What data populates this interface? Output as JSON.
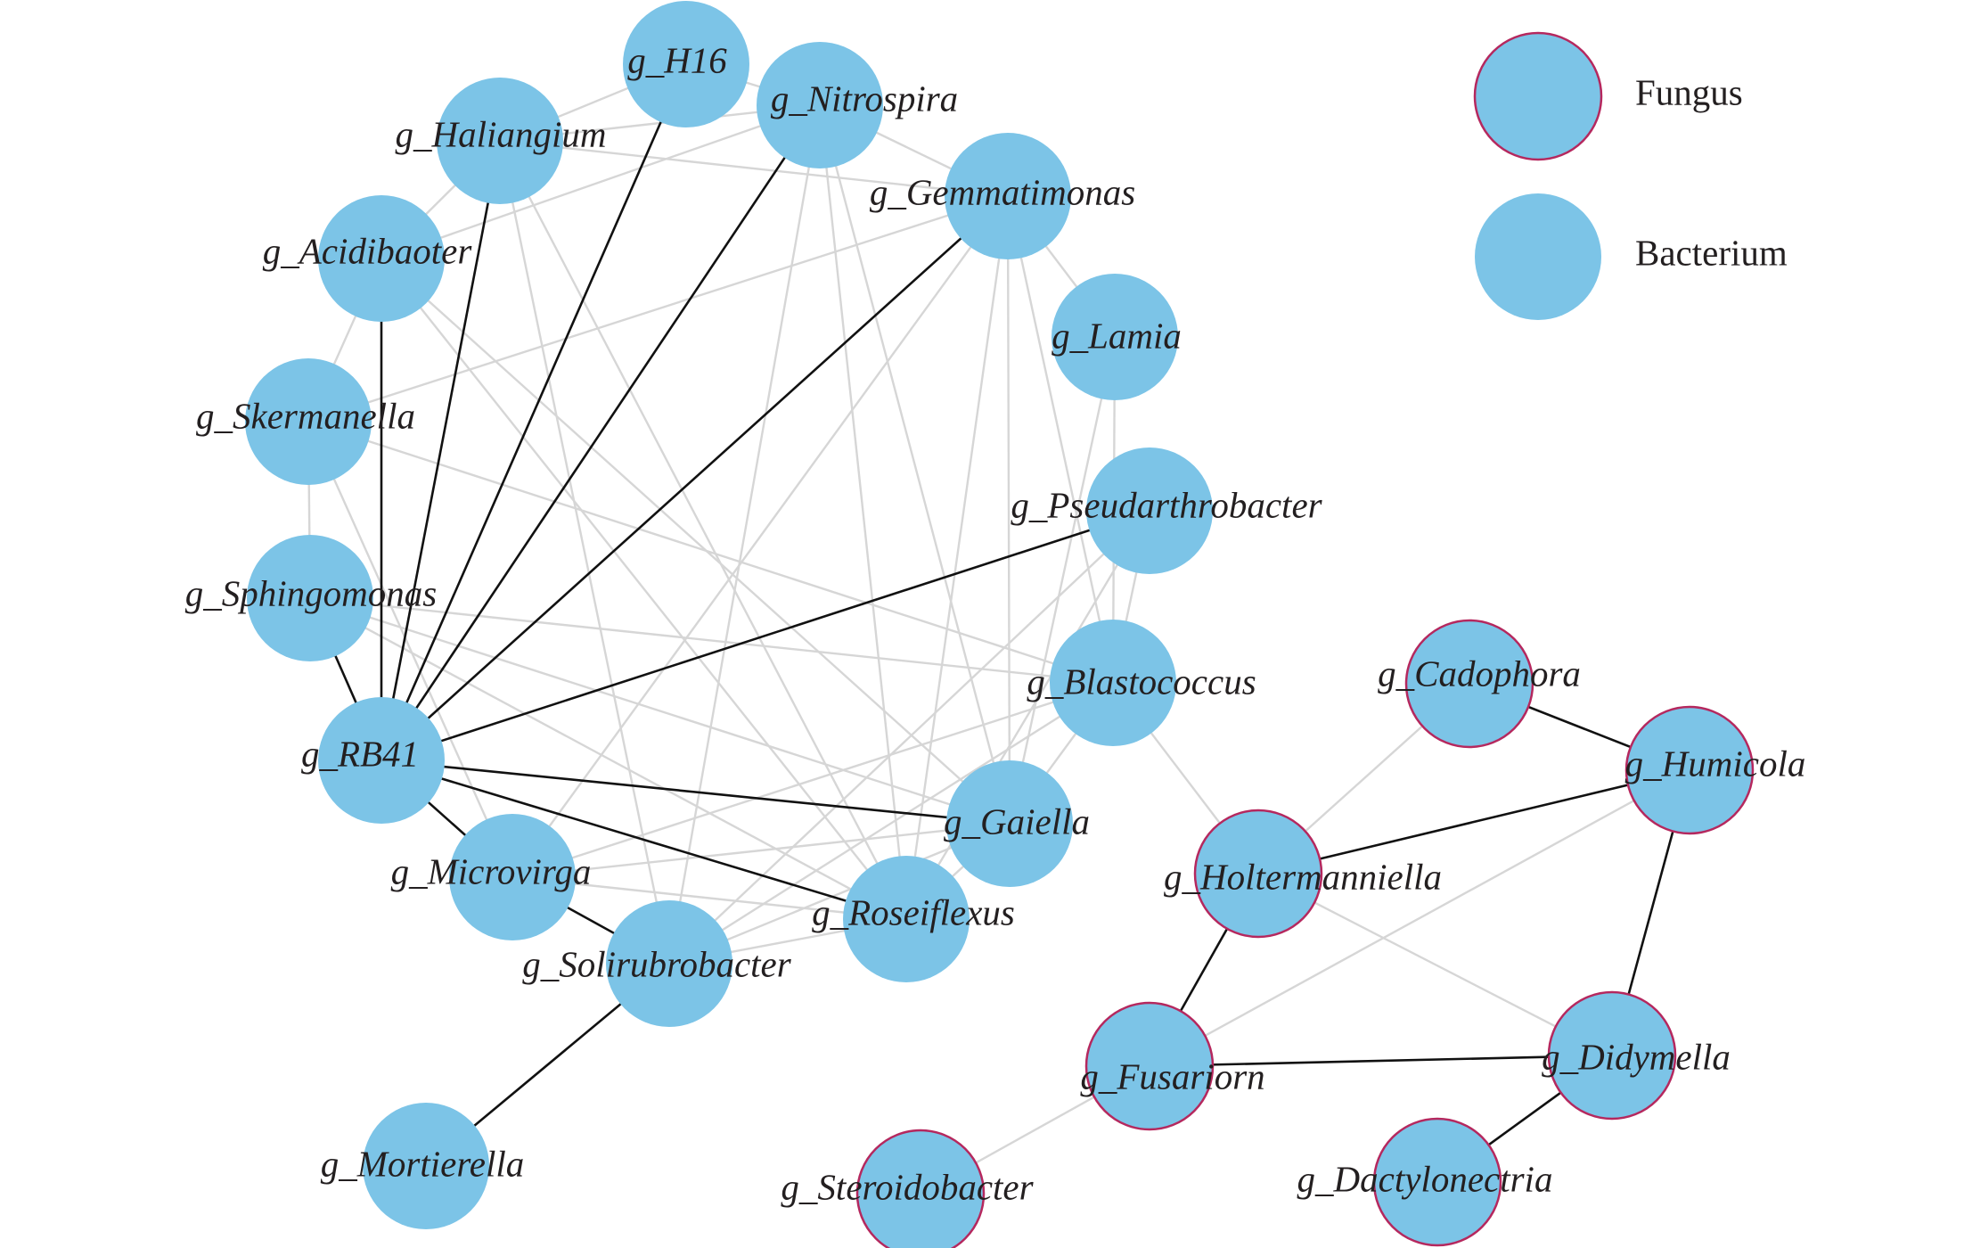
{
  "colors": {
    "node_fill": "#7cc4e7",
    "fungus_stroke": "#b5285e",
    "positive_edge": "#d6d6d6",
    "negative_edge": "#111111"
  },
  "legend": [
    {
      "label": "Fungus",
      "type": "fungus"
    },
    {
      "label": "Bacterium",
      "type": "bacterium"
    }
  ],
  "nodes": [
    {
      "id": "H16",
      "label": "g_H16",
      "type": "bacterium"
    },
    {
      "id": "Nitrospira",
      "label": "g_Nitrospira",
      "type": "bacterium"
    },
    {
      "id": "Haliangium",
      "label": "g_Haliangium",
      "type": "bacterium"
    },
    {
      "id": "Gemmatimonas",
      "label": "g_Gemmatimonas",
      "type": "bacterium"
    },
    {
      "id": "Acidibaoter",
      "label": "g_Acidibaoter",
      "type": "bacterium"
    },
    {
      "id": "Lamia",
      "label": "g_Lamia",
      "type": "bacterium"
    },
    {
      "id": "Skermanella",
      "label": "g_Skermanella",
      "type": "bacterium"
    },
    {
      "id": "Pseudarthrobacter",
      "label": "g_Pseudarthrobacter",
      "type": "bacterium"
    },
    {
      "id": "Sphingomonas",
      "label": "g_Sphingomonas",
      "type": "bacterium"
    },
    {
      "id": "Blastococcus",
      "label": "g_Blastococcus",
      "type": "bacterium"
    },
    {
      "id": "RB41",
      "label": "g_RB41",
      "type": "bacterium"
    },
    {
      "id": "Gaiella",
      "label": "g_Gaiella",
      "type": "bacterium"
    },
    {
      "id": "Microvirga",
      "label": "g_Microvirga",
      "type": "bacterium"
    },
    {
      "id": "Roseiflexus",
      "label": "g_Roseiflexus",
      "type": "bacterium"
    },
    {
      "id": "Solirubrobacter",
      "label": "g_Solirubrobacter",
      "type": "bacterium"
    },
    {
      "id": "Mortierella",
      "label": "g_Mortierella",
      "type": "bacterium"
    },
    {
      "id": "Cadophora",
      "label": "g_Cadophora",
      "type": "fungus"
    },
    {
      "id": "Humicola",
      "label": "g_Humicola",
      "type": "fungus"
    },
    {
      "id": "Holtermanniella",
      "label": "g_Holtermanniella",
      "type": "fungus"
    },
    {
      "id": "Didymella",
      "label": "g_Didymella",
      "type": "fungus"
    },
    {
      "id": "Fusariorn",
      "label": "g_Fusariorn",
      "type": "fungus"
    },
    {
      "id": "Steroidobacter",
      "label": "g_Steroidobacter",
      "type": "fungus"
    },
    {
      "id": "Dactylonectria",
      "label": "g_Dactylonectria",
      "type": "fungus"
    }
  ],
  "edges": [
    {
      "source": "RB41",
      "target": "H16",
      "kind": "negative"
    },
    {
      "source": "RB41",
      "target": "Nitrospira",
      "kind": "negative"
    },
    {
      "source": "RB41",
      "target": "Haliangium",
      "kind": "negative"
    },
    {
      "source": "RB41",
      "target": "Gemmatimonas",
      "kind": "negative"
    },
    {
      "source": "RB41",
      "target": "Acidibaoter",
      "kind": "negative"
    },
    {
      "source": "RB41",
      "target": "Pseudarthrobacter",
      "kind": "negative"
    },
    {
      "source": "RB41",
      "target": "Sphingomonas",
      "kind": "negative"
    },
    {
      "source": "RB41",
      "target": "Gaiella",
      "kind": "negative"
    },
    {
      "source": "RB41",
      "target": "Microvirga",
      "kind": "negative"
    },
    {
      "source": "RB41",
      "target": "Roseiflexus",
      "kind": "negative"
    },
    {
      "source": "Microvirga",
      "target": "Solirubrobacter",
      "kind": "negative"
    },
    {
      "source": "Solirubrobacter",
      "target": "Mortierella",
      "kind": "negative"
    },
    {
      "source": "Cadophora",
      "target": "Humicola",
      "kind": "negative"
    },
    {
      "source": "Humicola",
      "target": "Holtermanniella",
      "kind": "negative"
    },
    {
      "source": "Humicola",
      "target": "Didymella",
      "kind": "negative"
    },
    {
      "source": "Holtermanniella",
      "target": "Fusariorn",
      "kind": "negative"
    },
    {
      "source": "Fusariorn",
      "target": "Didymella",
      "kind": "negative"
    },
    {
      "source": "Didymella",
      "target": "Dactylonectria",
      "kind": "negative"
    },
    {
      "source": "H16",
      "target": "Haliangium",
      "kind": "positive"
    },
    {
      "source": "H16",
      "target": "Nitrospira",
      "kind": "positive"
    },
    {
      "source": "Haliangium",
      "target": "Acidibaoter",
      "kind": "positive"
    },
    {
      "source": "Haliangium",
      "target": "Nitrospira",
      "kind": "positive"
    },
    {
      "source": "Haliangium",
      "target": "Gemmatimonas",
      "kind": "positive"
    },
    {
      "source": "Haliangium",
      "target": "Solirubrobacter",
      "kind": "positive"
    },
    {
      "source": "Haliangium",
      "target": "Roseiflexus",
      "kind": "positive"
    },
    {
      "source": "Acidibaoter",
      "target": "Nitrospira",
      "kind": "positive"
    },
    {
      "source": "Acidibaoter",
      "target": "Skermanella",
      "kind": "positive"
    },
    {
      "source": "Acidibaoter",
      "target": "Gaiella",
      "kind": "positive"
    },
    {
      "source": "Acidibaoter",
      "target": "Roseiflexus",
      "kind": "positive"
    },
    {
      "source": "Skermanella",
      "target": "Sphingomonas",
      "kind": "positive"
    },
    {
      "source": "Skermanella",
      "target": "Gemmatimonas",
      "kind": "positive"
    },
    {
      "source": "Skermanella",
      "target": "Blastococcus",
      "kind": "positive"
    },
    {
      "source": "Skermanella",
      "target": "Microvirga",
      "kind": "positive"
    },
    {
      "source": "Sphingomonas",
      "target": "Blastococcus",
      "kind": "positive"
    },
    {
      "source": "Sphingomonas",
      "target": "Gaiella",
      "kind": "positive"
    },
    {
      "source": "Sphingomonas",
      "target": "Roseiflexus",
      "kind": "positive"
    },
    {
      "source": "Nitrospira",
      "target": "Gemmatimonas",
      "kind": "positive"
    },
    {
      "source": "Nitrospira",
      "target": "Roseiflexus",
      "kind": "positive"
    },
    {
      "source": "Nitrospira",
      "target": "Gaiella",
      "kind": "positive"
    },
    {
      "source": "Nitrospira",
      "target": "Solirubrobacter",
      "kind": "positive"
    },
    {
      "source": "Gemmatimonas",
      "target": "Lamia",
      "kind": "positive"
    },
    {
      "source": "Gemmatimonas",
      "target": "Blastococcus",
      "kind": "positive"
    },
    {
      "source": "Gemmatimonas",
      "target": "Gaiella",
      "kind": "positive"
    },
    {
      "source": "Gemmatimonas",
      "target": "Roseiflexus",
      "kind": "positive"
    },
    {
      "source": "Gemmatimonas",
      "target": "Microvirga",
      "kind": "positive"
    },
    {
      "source": "Lamia",
      "target": "Blastococcus",
      "kind": "positive"
    },
    {
      "source": "Lamia",
      "target": "Gaiella",
      "kind": "positive"
    },
    {
      "source": "Pseudarthrobacter",
      "target": "Blastococcus",
      "kind": "positive"
    },
    {
      "source": "Pseudarthrobacter",
      "target": "Solirubrobacter",
      "kind": "positive"
    },
    {
      "source": "Pseudarthrobacter",
      "target": "Roseiflexus",
      "kind": "positive"
    },
    {
      "source": "Blastococcus",
      "target": "Gaiella",
      "kind": "positive"
    },
    {
      "source": "Blastococcus",
      "target": "Microvirga",
      "kind": "positive"
    },
    {
      "source": "Blastococcus",
      "target": "Solirubrobacter",
      "kind": "positive"
    },
    {
      "source": "Blastococcus",
      "target": "Holtermanniella",
      "kind": "positive"
    },
    {
      "source": "Gaiella",
      "target": "Roseiflexus",
      "kind": "positive"
    },
    {
      "source": "Gaiella",
      "target": "Solirubrobacter",
      "kind": "positive"
    },
    {
      "source": "Gaiella",
      "target": "Microvirga",
      "kind": "positive"
    },
    {
      "source": "Microvirga",
      "target": "Roseiflexus",
      "kind": "positive"
    },
    {
      "source": "Solirubrobacter",
      "target": "Roseiflexus",
      "kind": "positive"
    },
    {
      "source": "Cadophora",
      "target": "Holtermanniella",
      "kind": "positive"
    },
    {
      "source": "Holtermanniella",
      "target": "Didymella",
      "kind": "positive"
    },
    {
      "source": "Humicola",
      "target": "Fusariorn",
      "kind": "positive"
    },
    {
      "source": "Fusariorn",
      "target": "Steroidobacter",
      "kind": "positive"
    }
  ]
}
